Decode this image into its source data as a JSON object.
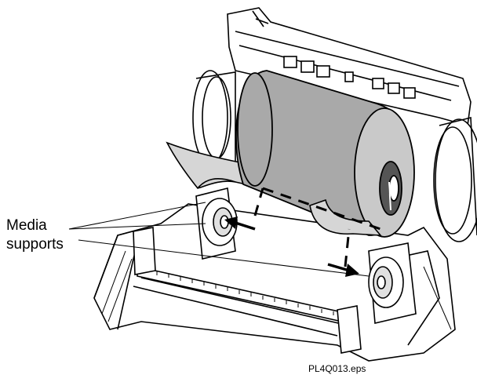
{
  "callout": {
    "line1": "Media",
    "line2": "supports"
  },
  "caption": {
    "filename": "PL4Q013.eps"
  },
  "colors": {
    "roll_fill": "#a9a9a9",
    "roll_end": "#c9c9c9",
    "paper": "#d6d6d6",
    "line": "#000000"
  }
}
